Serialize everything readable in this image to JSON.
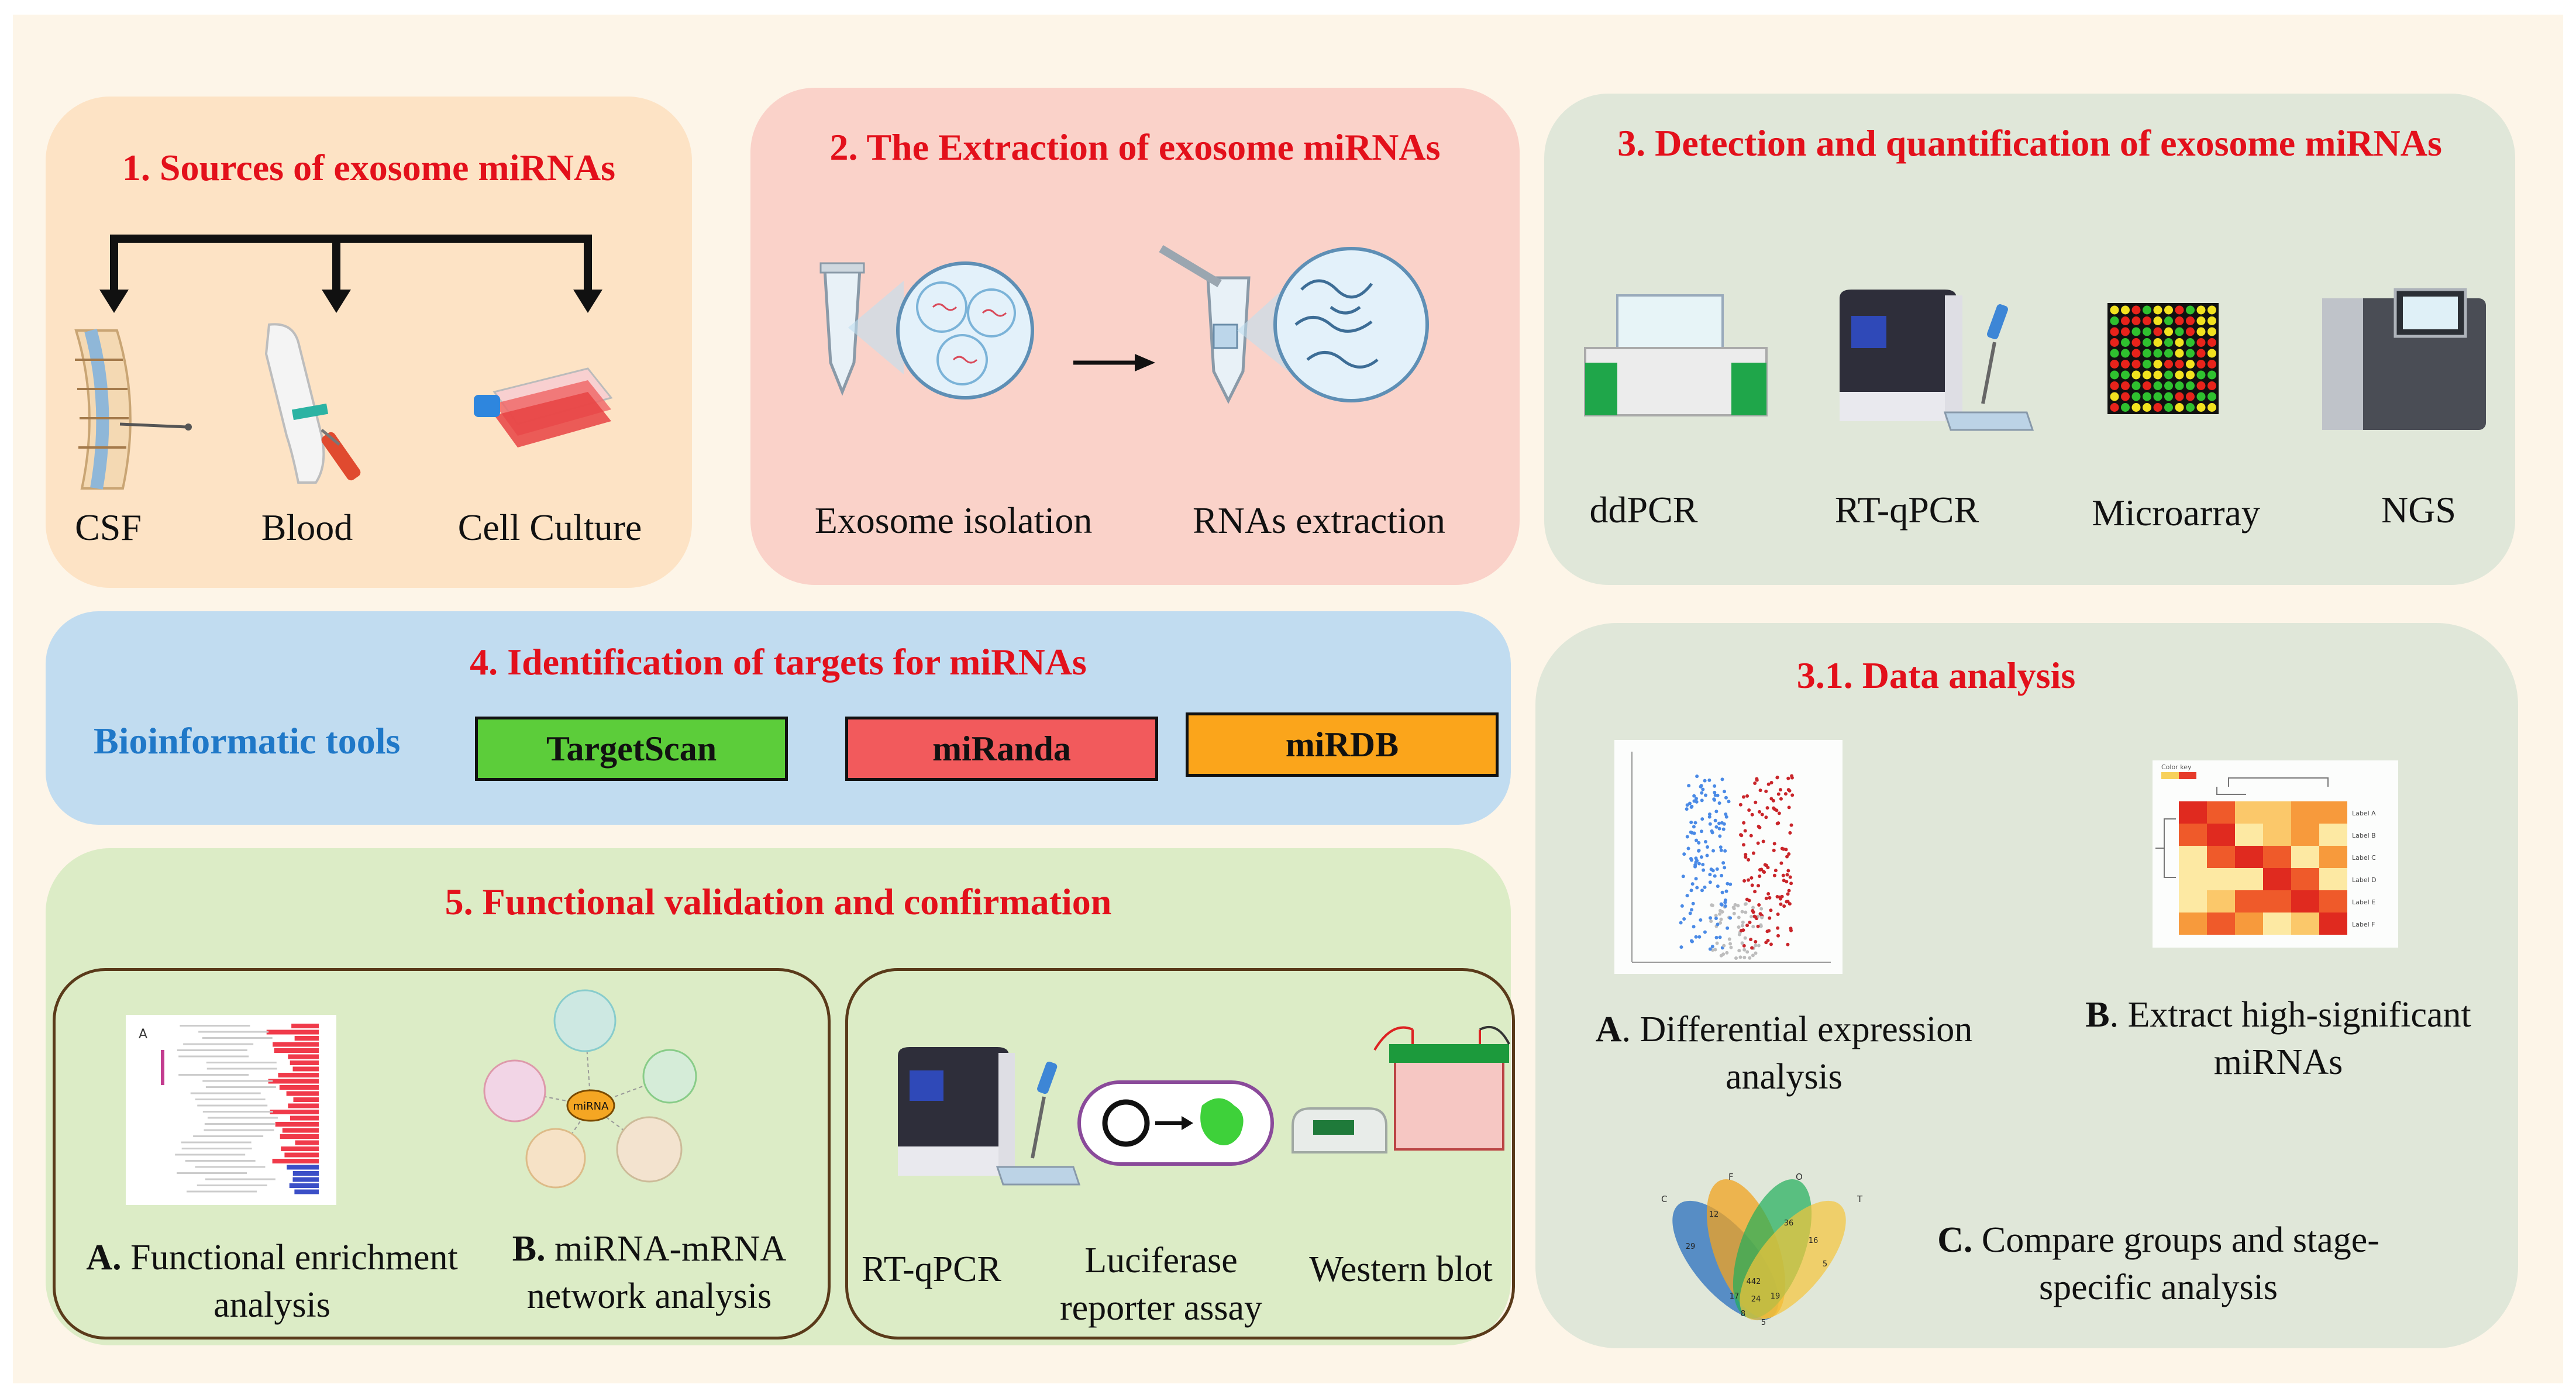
{
  "colors": {
    "page_bg": "#fdf5e8",
    "panel1": "#fde3c5",
    "panel2": "#fad2c9",
    "panel3": "#e0e7d9",
    "panel4": "#c1dcf0",
    "panel5": "#dcecc6",
    "panel31": "#e0e7d9",
    "title_red": "#e3101b",
    "bio_blue": "#1f78c8",
    "targetscan": "#5ccd3a",
    "miranda": "#f25a5c",
    "mirdb": "#fba51b"
  },
  "sources": {
    "title": "1. Sources of exosome miRNAs",
    "items": [
      "CSF",
      "Blood",
      "Cell Culture"
    ]
  },
  "extraction": {
    "title": "2. The Extraction of exosome miRNAs",
    "steps": [
      "Exosome isolation",
      "RNAs extraction"
    ]
  },
  "detection": {
    "title": "3. Detection and quantification of exosome miRNAs",
    "methods": [
      "ddPCR",
      "RT-qPCR",
      "Microarray",
      "NGS"
    ]
  },
  "targets": {
    "title": "4. Identification of targets for miRNAs",
    "label": "Bioinformatic tools",
    "tools": [
      "TargetScan",
      "miRanda",
      "miRDB"
    ]
  },
  "validation": {
    "title": "5. Functional validation and confirmation",
    "analysis": {
      "a_letter": "A.",
      "a_line1": "Functional enrichment",
      "a_line2": "analysis",
      "b_letter": "B.",
      "b_line1": "miRNA-mRNA",
      "b_line2": "network analysis",
      "network_center": "miRNA",
      "enrich_letter": "A"
    },
    "assays": {
      "rtqpcr": "RT-qPCR",
      "luc_line1": "Luciferase",
      "luc_line2": "reporter assay",
      "western": "Western blot"
    }
  },
  "data_analysis": {
    "title": "3.1. Data analysis",
    "a_letter": "A",
    "a_line1": ". Differential expression",
    "a_line2": "analysis",
    "b_letter": "B",
    "b_line1": ". Extract high-significant",
    "b_line2": "miRNAs",
    "c_letter": "C.",
    "c_line1": " Compare groups and stage-",
    "c_line2": "specific analysis",
    "heatmap_rows": [
      "Label A",
      "Label B",
      "Label C",
      "Label D",
      "Label E",
      "Label F"
    ],
    "heatmap_key": "Color key",
    "venn_sets": [
      "C",
      "F",
      "O",
      "T"
    ],
    "venn_counts": [
      "442",
      "24",
      "17",
      "19",
      "36",
      "29",
      "8",
      "5",
      "16",
      "12",
      "5"
    ]
  }
}
